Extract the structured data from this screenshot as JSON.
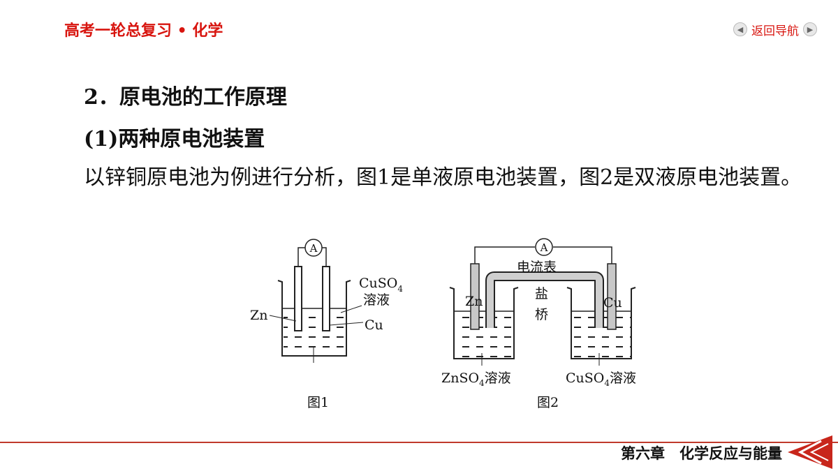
{
  "header": {
    "title": "高考一轮总复习 • 化学",
    "nav_label": "返回导航",
    "prev_icon": "arrow-left-icon",
    "next_icon": "arrow-right-icon"
  },
  "section": {
    "heading": "2．原电池的工作原理",
    "subheading": "(1)两种原电池装置",
    "paragraph": "以锌铜原电池为例进行分析，图1是单液原电池装置，图2是双液原电池装置。"
  },
  "figure1": {
    "ammeter": "A",
    "solution_line1": "CuSO",
    "solution_sub": "4",
    "solution_line2": "溶液",
    "zn_label": "Zn",
    "cu_label": "Cu",
    "caption": "图1"
  },
  "figure2": {
    "ammeter": "A",
    "ammeter_label": "电流表",
    "bridge_label1": "盐",
    "bridge_label2": "桥",
    "zn_label": "Zn",
    "cu_label": "Cu",
    "left_solution": "ZnSO",
    "left_solution_sub": "4",
    "left_solution_tail": "溶液",
    "right_solution": "CuSO",
    "right_solution_sub": "4",
    "right_solution_tail": "溶液",
    "caption": "图2"
  },
  "footer": {
    "chapter": "第六章　化学反应与能量"
  },
  "colors": {
    "accent": "#d8150f",
    "electrode": "#c8c8c8"
  }
}
